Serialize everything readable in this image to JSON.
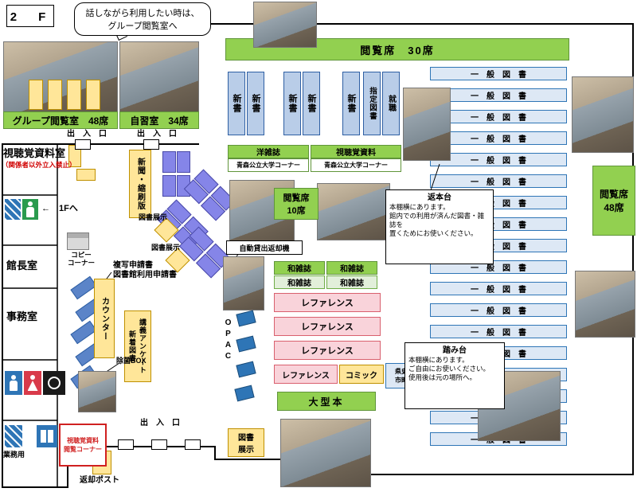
{
  "floor_label": "2　F",
  "speech_bubble": "話しながら利用したい時は、\nグループ閲覧室へ",
  "rooms": {
    "group_room": "グループ閲覧室　48席",
    "study_room": "自習室　34席",
    "av_room": "視聴覚資料室",
    "av_room_note": "（関係者以外立入禁止）",
    "to_1f": "←　1Fへ",
    "director": "館長室",
    "office": "事務室",
    "copy_corner": "コピー\nコーナー",
    "counter": "カウンター",
    "business_use": "業務用",
    "av_viewing_corner": "視聴覚資料\n閲覧コーナー"
  },
  "seating": {
    "reading_30": "閲覧席　30席",
    "reading_10": "閲覧席\n10席",
    "reading_48": "閲覧席\n48席"
  },
  "entrance_label": "出　入　口",
  "shelves": {
    "shinsho": "新書",
    "designated_books": "指定図書",
    "employment": "就職",
    "western_magazines": "洋雑誌",
    "av_materials": "視聴覚資料",
    "univ_corner": "青森公立大学コーナー",
    "japanese_magazines": "和雑誌",
    "reference": "レファレンス",
    "comics": "コミック",
    "local_docs": "県史・\n市町村",
    "large_books": "大型本",
    "general_books": "一　般　図　書",
    "general_rows": 18,
    "newspapers": "新聞・縮刷版"
  },
  "station_labels": {
    "book_display": "図書展示",
    "book_display_two_line": "図書\n展示",
    "auto_lend_machine": "自動貸出返却機",
    "application_forms": "複写申請書\n図書館利用申請書",
    "lecture_survey": "講義アンケート\n新着図書",
    "sanitize_box": "除菌BOX",
    "opac": "OPAC",
    "return_post": "返却ポスト"
  },
  "callouts": {
    "return_stand_title": "返本台",
    "return_stand_body": "本棚横にあります。\n館内での利用が済んだ図書・雑誌を\n置くためにお使いください。",
    "step_stool_title": "踏み台",
    "step_stool_body": "本棚横にあります。\nご自由にお使いください。\n使用後は元の場所へ。"
  },
  "colors": {
    "green": "#92d050",
    "blue_fill": "#b9cde8",
    "blue_border": "#2e5fa3",
    "table_purple": "#8585e8",
    "pink_fill": "#f9d3da",
    "pink_border": "#d9606e",
    "yellow_fill": "#ffe699",
    "yellow_border": "#bf9000"
  }
}
